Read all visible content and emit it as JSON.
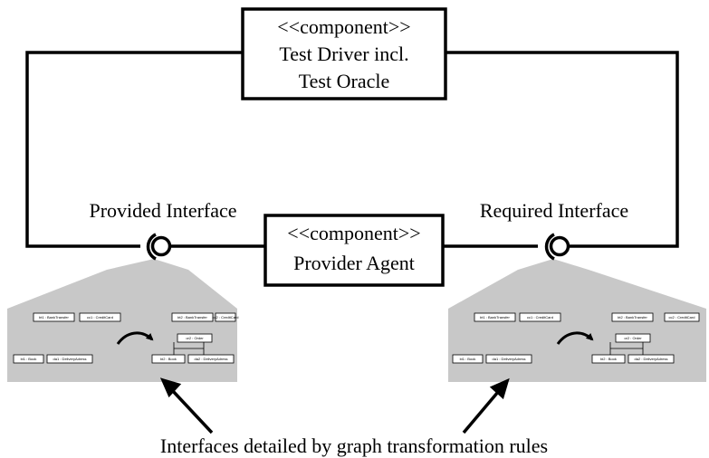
{
  "driver_component": {
    "stereotype": "<<component>>",
    "line1": "Test Driver incl.",
    "line2": "Test Oracle"
  },
  "provider_component": {
    "stereotype": "<<component>>",
    "name": "Provider Agent"
  },
  "provided_interface_label": "Provided Interface",
  "required_interface_label": "Required Interface",
  "caption": "Interfaces detailed by graph transformation rules",
  "rule_panels": [
    {
      "lhs": {
        "top_boxes": [
          "bt1 : BankTransfer",
          "cc1 : CreditCard"
        ],
        "bottom_boxes": [
          "bi1 : Book",
          "da1 : DeliveryAdress"
        ]
      },
      "rhs": {
        "top_boxes": [
          "bt2 : BankTransfer",
          "cc2 : CreditCard"
        ],
        "order": "or2 : Order",
        "bottom_boxes": [
          "bi2 : Book",
          "da2 : DeliveryAdress"
        ]
      }
    },
    {
      "lhs": {
        "top_boxes": [
          "bt1 : BankTransfer",
          "cc1 : CreditCard"
        ],
        "bottom_boxes": [
          "bi1 : Book",
          "da1 : DeliveryAdress"
        ]
      },
      "rhs": {
        "top_boxes": [
          "bt2 : BankTransfer",
          "cc2 : CreditCard"
        ],
        "order": "or2 : Order",
        "bottom_boxes": [
          "bi2 : Book",
          "da2 : DeliveryAdress"
        ]
      }
    }
  ]
}
